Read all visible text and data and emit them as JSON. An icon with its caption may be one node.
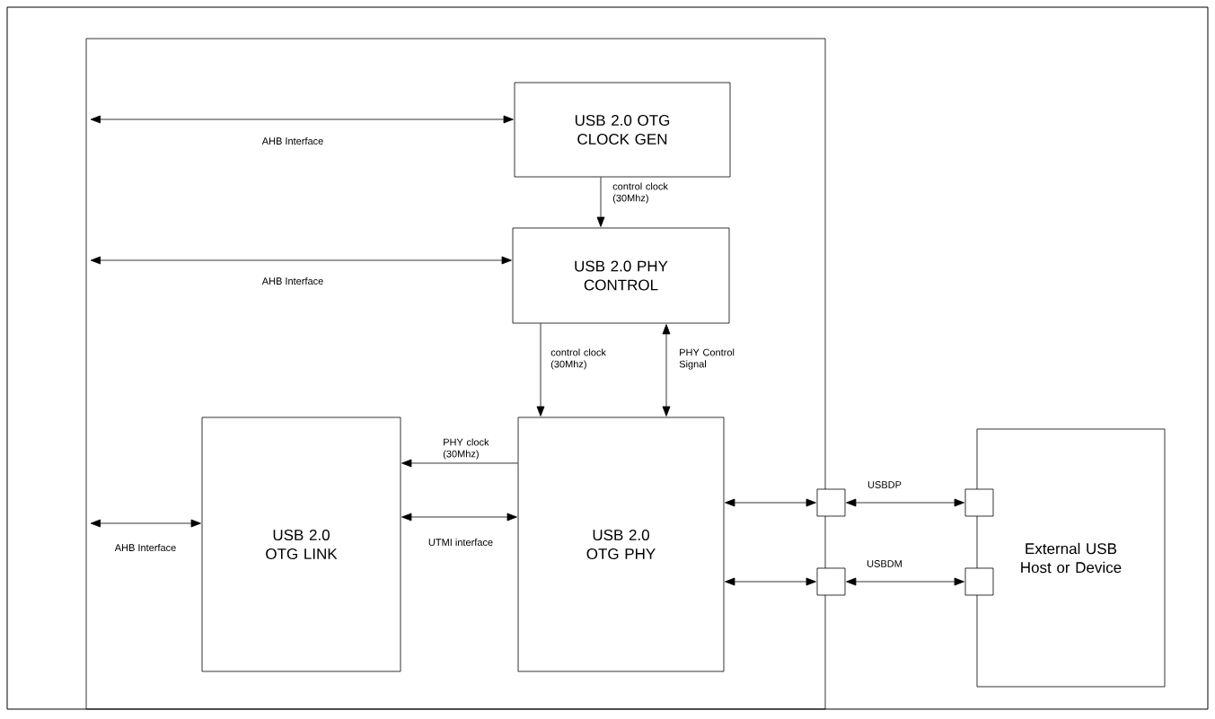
{
  "diagram": {
    "nodes": [
      {
        "text": [],
        "shape": "box"
      },
      {
        "text": [
          "USB 2.0 OTG CLOCK GEN"
        ],
        "in": 0
      },
      {
        "text": [
          "USB 2.0 PHY CONTROL"
        ],
        "in": 0
      },
      {
        "text": [
          "USB 2.0 OTG LINK"
        ],
        "in": 0
      },
      {
        "text": [
          "USB 2.0 OTG PHY"
        ],
        "in": 0
      },
      {
        "text": [],
        "shape": "box"
      },
      {
        "text": [],
        "shape": "box"
      },
      {
        "text": [
          "External USB Host or Device"
        ]
      },
      {
        "text": [],
        "shape": "box"
      },
      {
        "text": [],
        "shape": "box"
      }
    ],
    "edges": [
      {
        "from": null,
        "to": 1,
        "arrow": "both",
        "label": "AHB Interface"
      },
      {
        "from": null,
        "to": 2,
        "arrow": "both",
        "label": "AHB Interface"
      },
      {
        "from": 1,
        "to": 2,
        "arrow": "to",
        "label": "control clock (30Mhz)"
      },
      {
        "from": 2,
        "to": 4,
        "arrow": "to",
        "label": "control clock (30Mhz)"
      },
      {
        "from": 2,
        "to": 4,
        "arrow": "both",
        "label": "PHY Control Signal"
      },
      {
        "from": 4,
        "to": 3,
        "arrow": "to",
        "label": "PHY clock (30Mhz)"
      },
      {
        "from": null,
        "to": 3,
        "arrow": "both",
        "label": "AHB Interface"
      },
      {
        "from": 3,
        "to": 4,
        "arrow": "both",
        "label": "UTMI interface"
      },
      {
        "from": 4,
        "to": 5,
        "arrow": "both"
      },
      {
        "from": 4,
        "to": 6,
        "arrow": "both"
      },
      {
        "from": 5,
        "to": 8,
        "arrow": "both",
        "label": "USBDP"
      },
      {
        "from": 6,
        "to": 9,
        "arrow": "both",
        "label": "USBDM"
      }
    ]
  }
}
